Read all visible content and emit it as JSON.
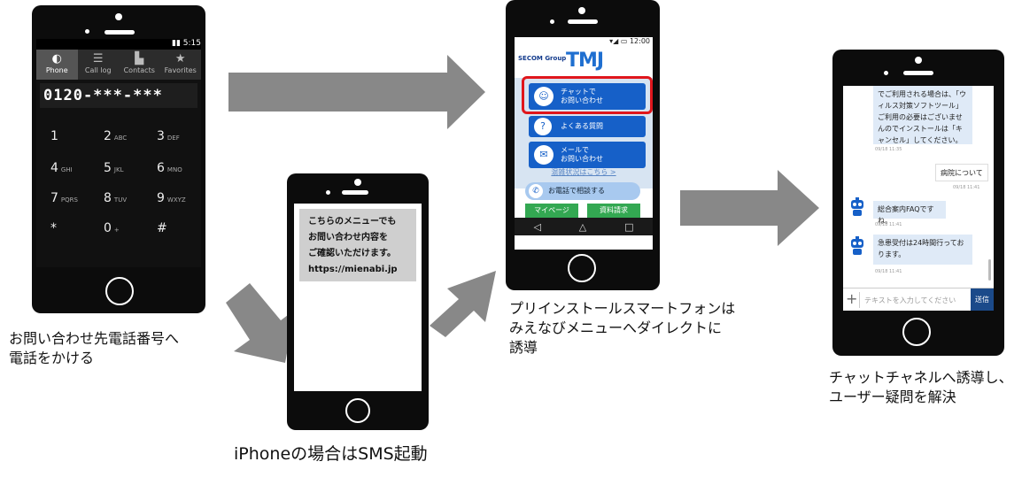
{
  "phone1": {
    "status_time": "5:15",
    "tabs": [
      {
        "label": "Phone",
        "icon": "phone-icon"
      },
      {
        "label": "Call log",
        "icon": "list-icon"
      },
      {
        "label": "Contacts",
        "icon": "contacts-icon"
      },
      {
        "label": "Favorites",
        "icon": "star-icon"
      }
    ],
    "number_display": "0120-***-***",
    "keys": [
      {
        "digit": "1",
        "letters": ""
      },
      {
        "digit": "2",
        "letters": "ABC"
      },
      {
        "digit": "3",
        "letters": "DEF"
      },
      {
        "digit": "4",
        "letters": "GHI"
      },
      {
        "digit": "5",
        "letters": "JKL"
      },
      {
        "digit": "6",
        "letters": "MNO"
      },
      {
        "digit": "7",
        "letters": "PQRS"
      },
      {
        "digit": "8",
        "letters": "TUV"
      },
      {
        "digit": "9",
        "letters": "WXYZ"
      },
      {
        "digit": "*",
        "letters": ""
      },
      {
        "digit": "0",
        "letters": "+"
      },
      {
        "digit": "#",
        "letters": ""
      }
    ]
  },
  "phone2": {
    "sms_lines": [
      "こちらのメニューでも",
      "お問い合わせ内容を",
      "ご確認いただけます。",
      "https://mienabi.jp"
    ]
  },
  "phone3": {
    "status_time": "12:00",
    "logo_group": "SECOM Group",
    "logo_main": "TMJ",
    "menu": [
      {
        "line1": "チャットで",
        "line2": "お問い合わせ",
        "icon": "chat-icon",
        "highlighted": true
      },
      {
        "line1": "よくある質問",
        "line2": "",
        "icon": "faq-icon",
        "highlighted": false
      },
      {
        "line1": "メールで",
        "line2": "お問い合わせ",
        "icon": "mail-icon",
        "highlighted": false
      }
    ],
    "link_text": "混雑状況はこちら >",
    "call_button": "お電話で相談する",
    "bottom_buttons": [
      "マイページ",
      "資料請求"
    ],
    "highlight_color": "#e0161c"
  },
  "phone4": {
    "messages": [
      {
        "side": "left",
        "text": "でご利用される場合は、「ウィルス対策ソフトツール」ご利用の必要はございませんのでインストールは「キャンセル」してください。",
        "time": "09/18 11:35"
      },
      {
        "side": "right",
        "text": "病院について",
        "time": "09/18 11:41"
      },
      {
        "side": "left",
        "text": "総合案内FAQですね。",
        "time": "09/18 11:41"
      },
      {
        "side": "left",
        "text": "急患受付は24時間行っております。",
        "time": "09/18 11:41"
      }
    ],
    "input_placeholder": "テキストを入力してください",
    "send_label": "送信"
  },
  "captions": {
    "phone1": [
      "お問い合わせ先電話番号へ",
      "電話をかける"
    ],
    "phone2": "iPhoneの場合はSMS起動",
    "phone3": [
      "プリインストールスマートフォンは",
      "みえなびメニューへダイレクトに",
      "誘導"
    ],
    "phone4": [
      "チャットチャネルへ誘導し、",
      "ユーザー疑問を解決"
    ]
  },
  "colors": {
    "arrow": "#888888",
    "app_blue": "#1660c8",
    "app_green": "#33a852"
  }
}
